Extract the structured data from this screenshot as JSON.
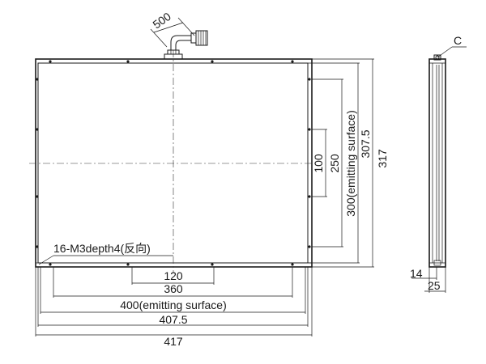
{
  "labels": {
    "cable_length": "500",
    "section_mark": "C",
    "holes_note": "16-M3depth4(反向)",
    "width_120": "120",
    "width_360": "360",
    "width_emitting": "400(emitting surface)",
    "width_407_5": "407.5",
    "width_417": "417",
    "height_100": "100",
    "height_250": "250",
    "height_emitting": "300(emitting surface)",
    "height_307_5": "307.5",
    "height_317": "317",
    "side_14": "14",
    "side_25": "25"
  }
}
